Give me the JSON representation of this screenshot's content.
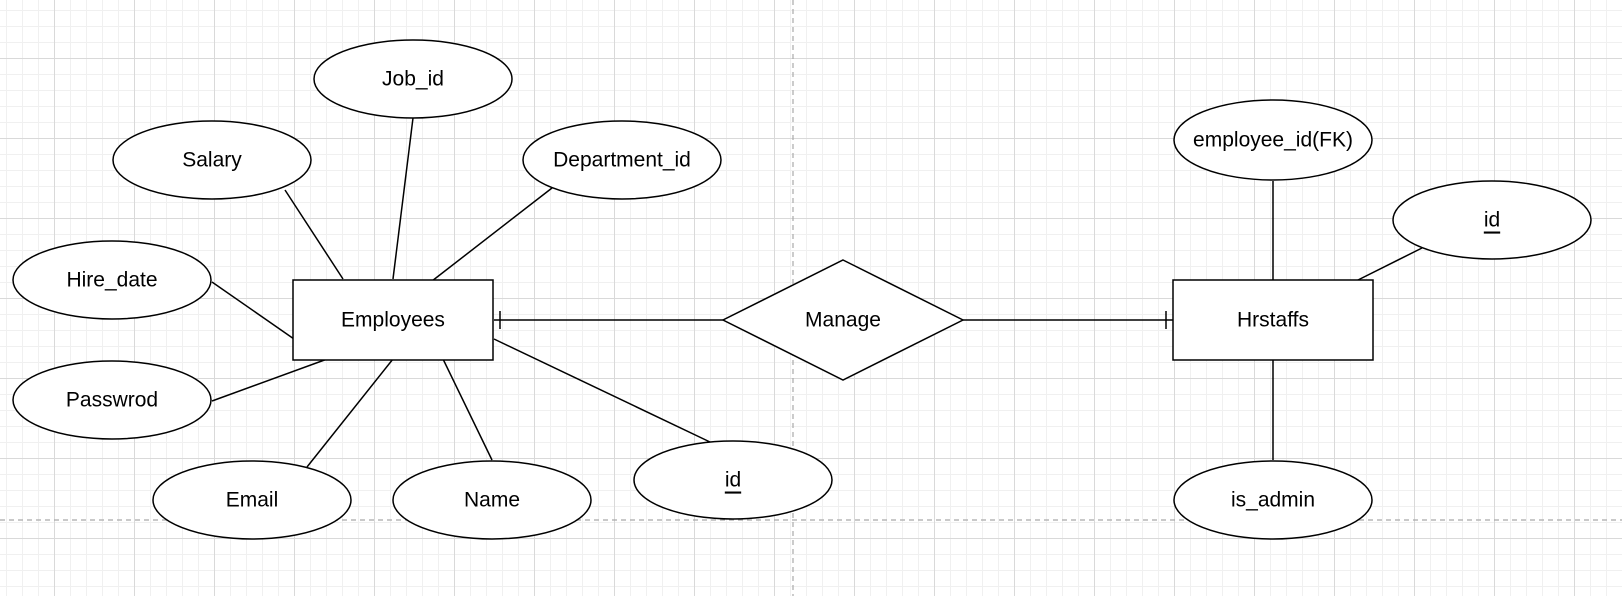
{
  "entities": {
    "employees": "Employees",
    "hrstaffs": "Hrstaffs"
  },
  "relationship": {
    "manage": "Manage"
  },
  "employee_attributes": {
    "job_id": "Job_id",
    "salary": "Salary",
    "department_id": "Department_id",
    "hire_date": "Hire_date",
    "password": "Passwrod",
    "email": "Email",
    "name": "Name",
    "id": "id"
  },
  "hrstaff_attributes": {
    "employee_id_fk": "employee_id(FK)",
    "id": "id",
    "is_admin": "is_admin"
  }
}
